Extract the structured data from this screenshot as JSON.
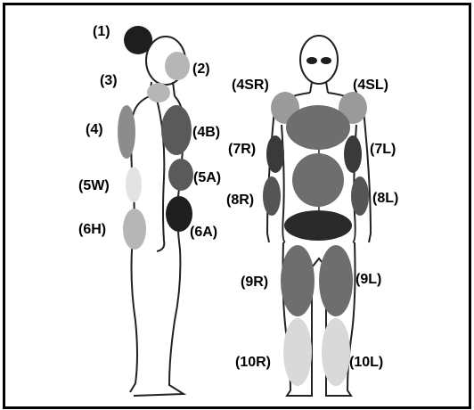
{
  "colors": {
    "frame": "#000000",
    "body_outline": "#222222",
    "zone_dark": "#1e1e1e",
    "zone_mid": "#6e6e6e",
    "zone_light": "#b6b6b6",
    "zone_pale": "#d9d9d9"
  },
  "side_figure": {
    "labels": {
      "z1": "(1)",
      "z2": "(2)",
      "z3": "(3)",
      "z4": "(4)",
      "z4b": "(4B)",
      "z5w": "(5W)",
      "z5a": "(5A)",
      "z6h": "(6H)",
      "z6a": "(6A)"
    }
  },
  "front_figure": {
    "labels": {
      "z4sr": "(4SR)",
      "z4sl": "(4SL)",
      "z7r": "(7R)",
      "z7l": "(7L)",
      "z8r": "(8R)",
      "z8l": "(8L)",
      "z9r": "(9R)",
      "z9l": "(9L)",
      "z10r": "(10R)",
      "z10l": "(10L)"
    }
  }
}
